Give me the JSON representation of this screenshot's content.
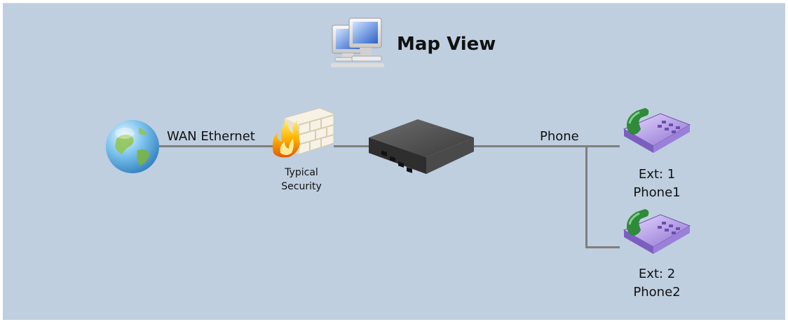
{
  "header": {
    "title": "Map View",
    "icon": "monitors-icon"
  },
  "network": {
    "internet": {
      "icon": "globe-icon",
      "link_label": "WAN Ethernet"
    },
    "security": {
      "icon": "firewall-icon",
      "label": "Typical Security"
    },
    "gateway": {
      "icon": "router-icon"
    },
    "phone_link_label": "Phone",
    "phones": [
      {
        "icon": "phone-icon",
        "ext": "Ext: 1",
        "name": "Phone1"
      },
      {
        "icon": "phone-icon",
        "ext": "Ext: 2",
        "name": "Phone2"
      }
    ]
  },
  "colors": {
    "background": "#bfcfe0",
    "connector": "#7f7f7f",
    "phone_body": "#b49ae0",
    "handset": "#2f8a3a"
  }
}
